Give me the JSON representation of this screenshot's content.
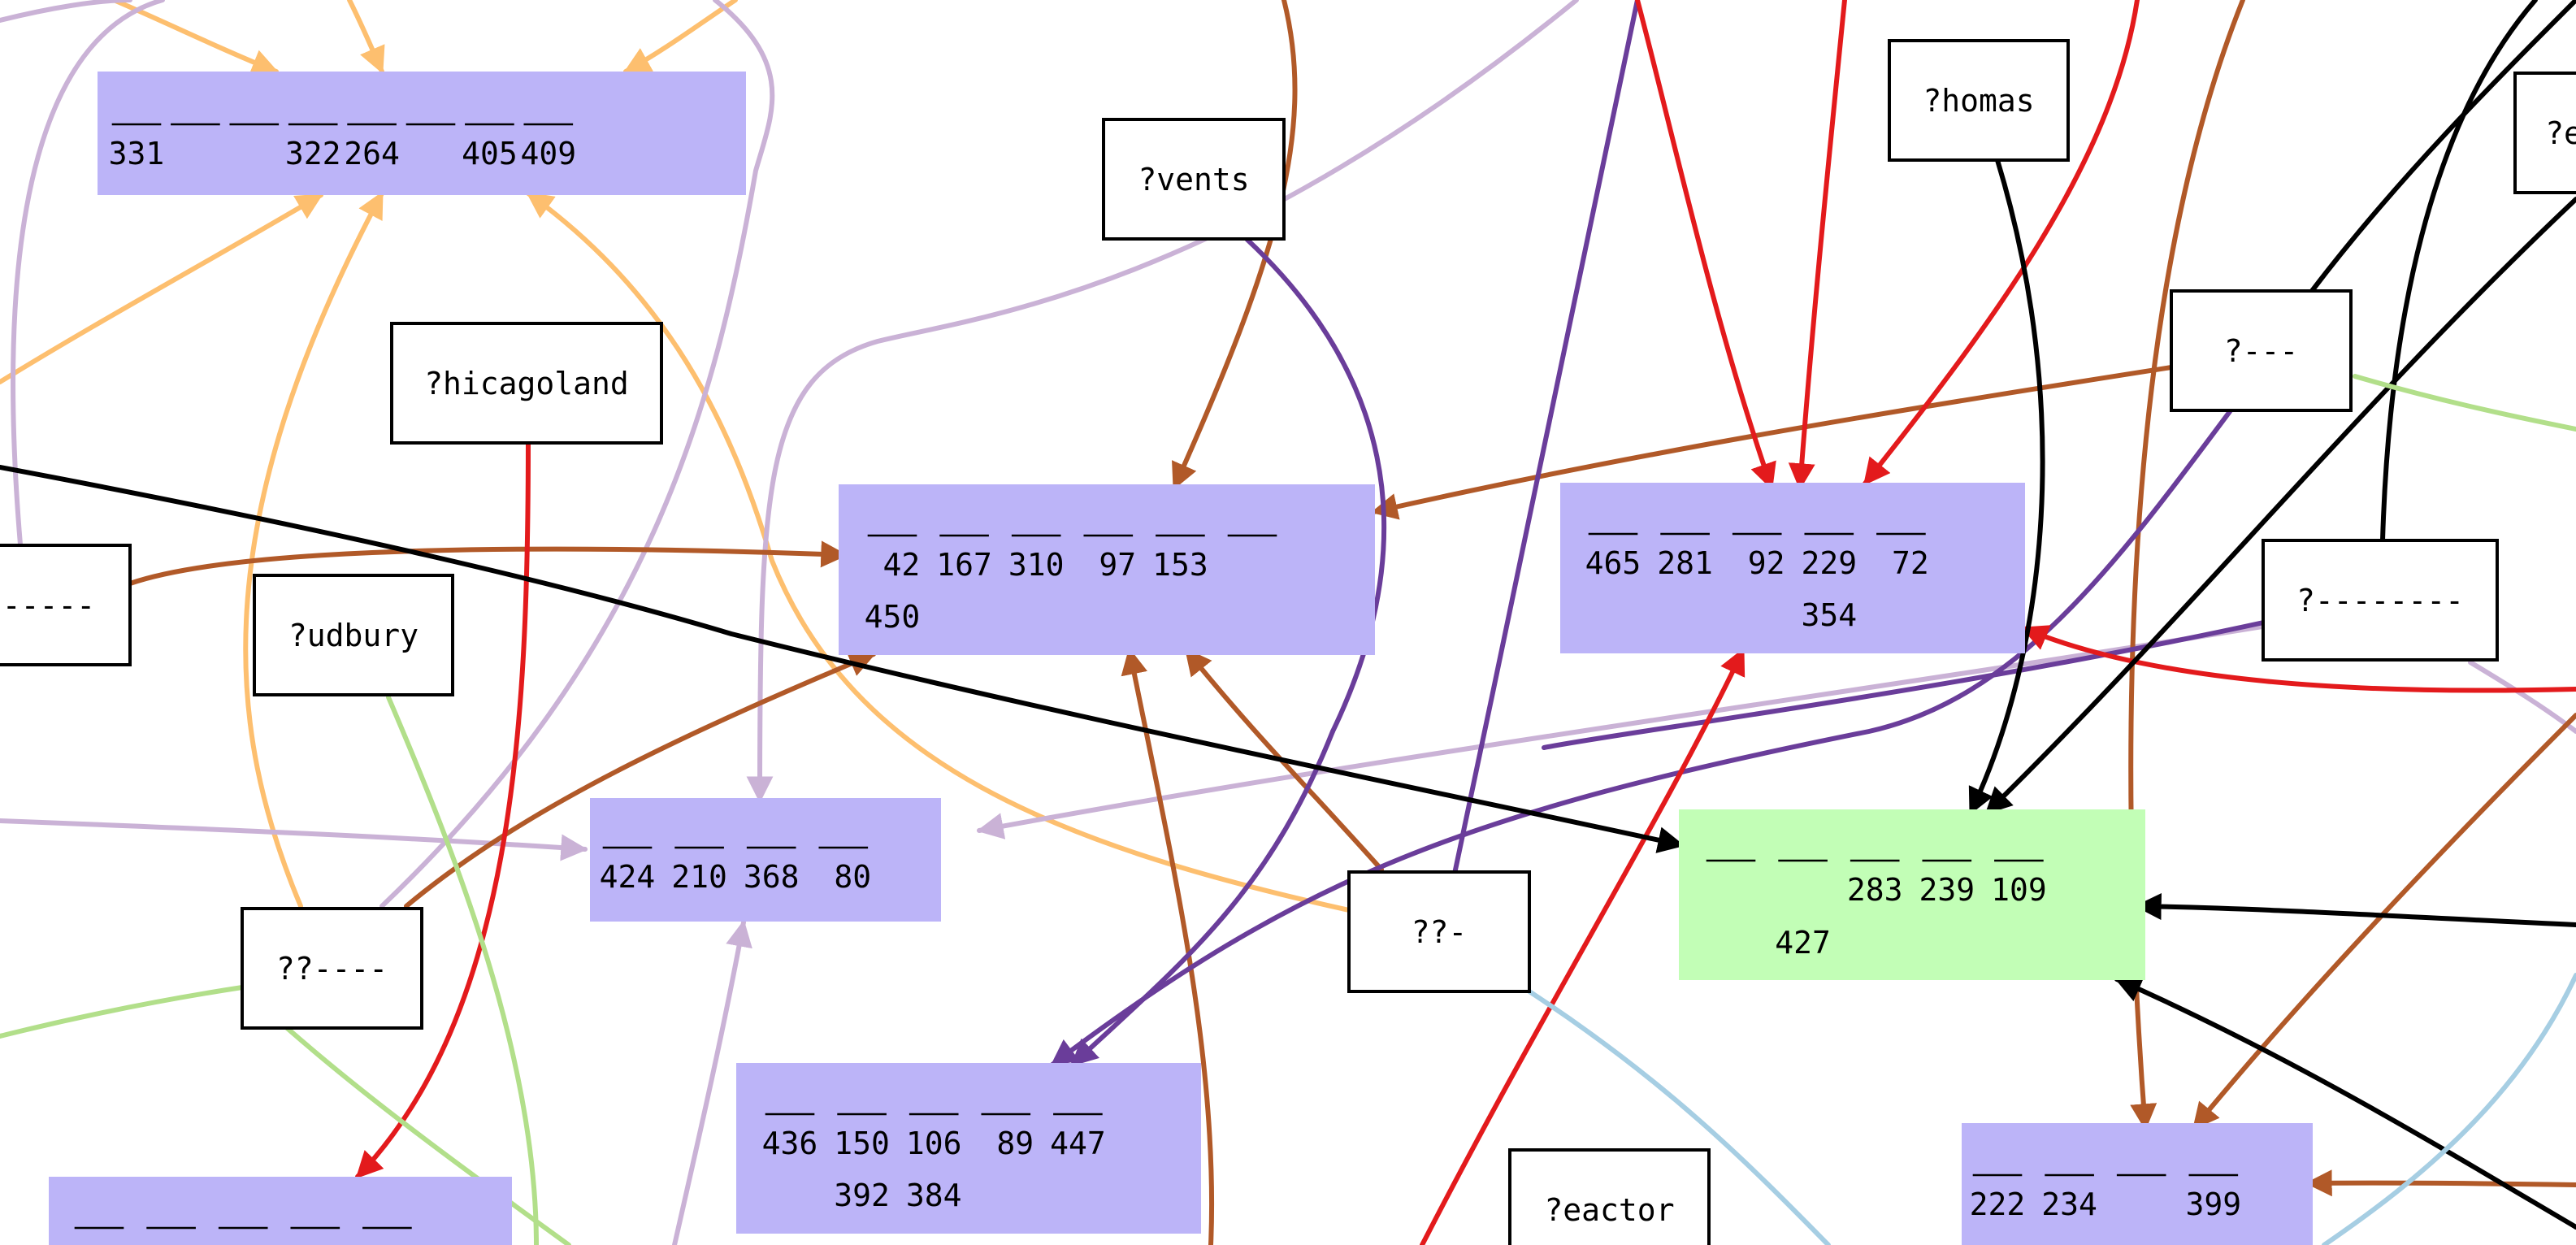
{
  "colors": {
    "background": "#ffffff",
    "bundle_fill": "#bcb4f8",
    "bundle_fill_highlight": "#c2feb6",
    "label_border": "#000000",
    "edge_orange": "#fdbf6f",
    "edge_brown": "#b15928",
    "edge_lilac": "#cab2d6",
    "edge_purple": "#6a3d9a",
    "edge_red": "#e31a1c",
    "edge_black": "#000000",
    "edge_green": "#b2df8a",
    "edge_blue": "#a6cee3"
  },
  "labels": [
    {
      "id": "l-events",
      "text": "?vents"
    },
    {
      "id": "l-thomas",
      "text": "?homas"
    },
    {
      "id": "l-e",
      "text": "?e"
    },
    {
      "id": "l-chicagoland",
      "text": "?hicagoland"
    },
    {
      "id": "l-dashes3",
      "text": "?---"
    },
    {
      "id": "l-dashes5",
      "text": "-----"
    },
    {
      "id": "l-sudbury",
      "text": "?udbury"
    },
    {
      "id": "l-dashes8",
      "text": "?--------"
    },
    {
      "id": "l-qqdash",
      "text": "??-"
    },
    {
      "id": "l-qq4",
      "text": "??----"
    },
    {
      "id": "l-reactor",
      "text": "?eactor"
    }
  ],
  "bundles": [
    {
      "id": "b-top-left",
      "slots": 8,
      "values": [
        "331",
        "",
        "",
        "322",
        "264",
        "",
        "405",
        "409"
      ],
      "highlight": false
    },
    {
      "id": "b-middle-top",
      "slots": 6,
      "values": [
        "42",
        "167",
        "310",
        "97",
        "153",
        "450"
      ],
      "highlight": false
    },
    {
      "id": "b-right-top",
      "slots": 5,
      "values": [
        "465",
        "281",
        "92",
        "229",
        "72",
        "354"
      ],
      "highlight": false
    },
    {
      "id": "b-middle-left",
      "slots": 4,
      "values": [
        "424",
        "210",
        "368",
        "80"
      ],
      "highlight": false
    },
    {
      "id": "b-green",
      "slots": 5,
      "values": [
        "",
        "",
        "283",
        "239",
        "109",
        "427"
      ],
      "highlight": true
    },
    {
      "id": "b-bottom-middle",
      "slots": 5,
      "values": [
        "436",
        "150",
        "106",
        "89",
        "447",
        "392",
        "384"
      ],
      "highlight": false
    },
    {
      "id": "b-bottom-right",
      "slots": 4,
      "values": [
        "222",
        "234",
        "",
        "399"
      ],
      "highlight": false
    },
    {
      "id": "b-bottom-left",
      "slots": 5,
      "values": [],
      "highlight": false
    }
  ],
  "edge_count": 44
}
